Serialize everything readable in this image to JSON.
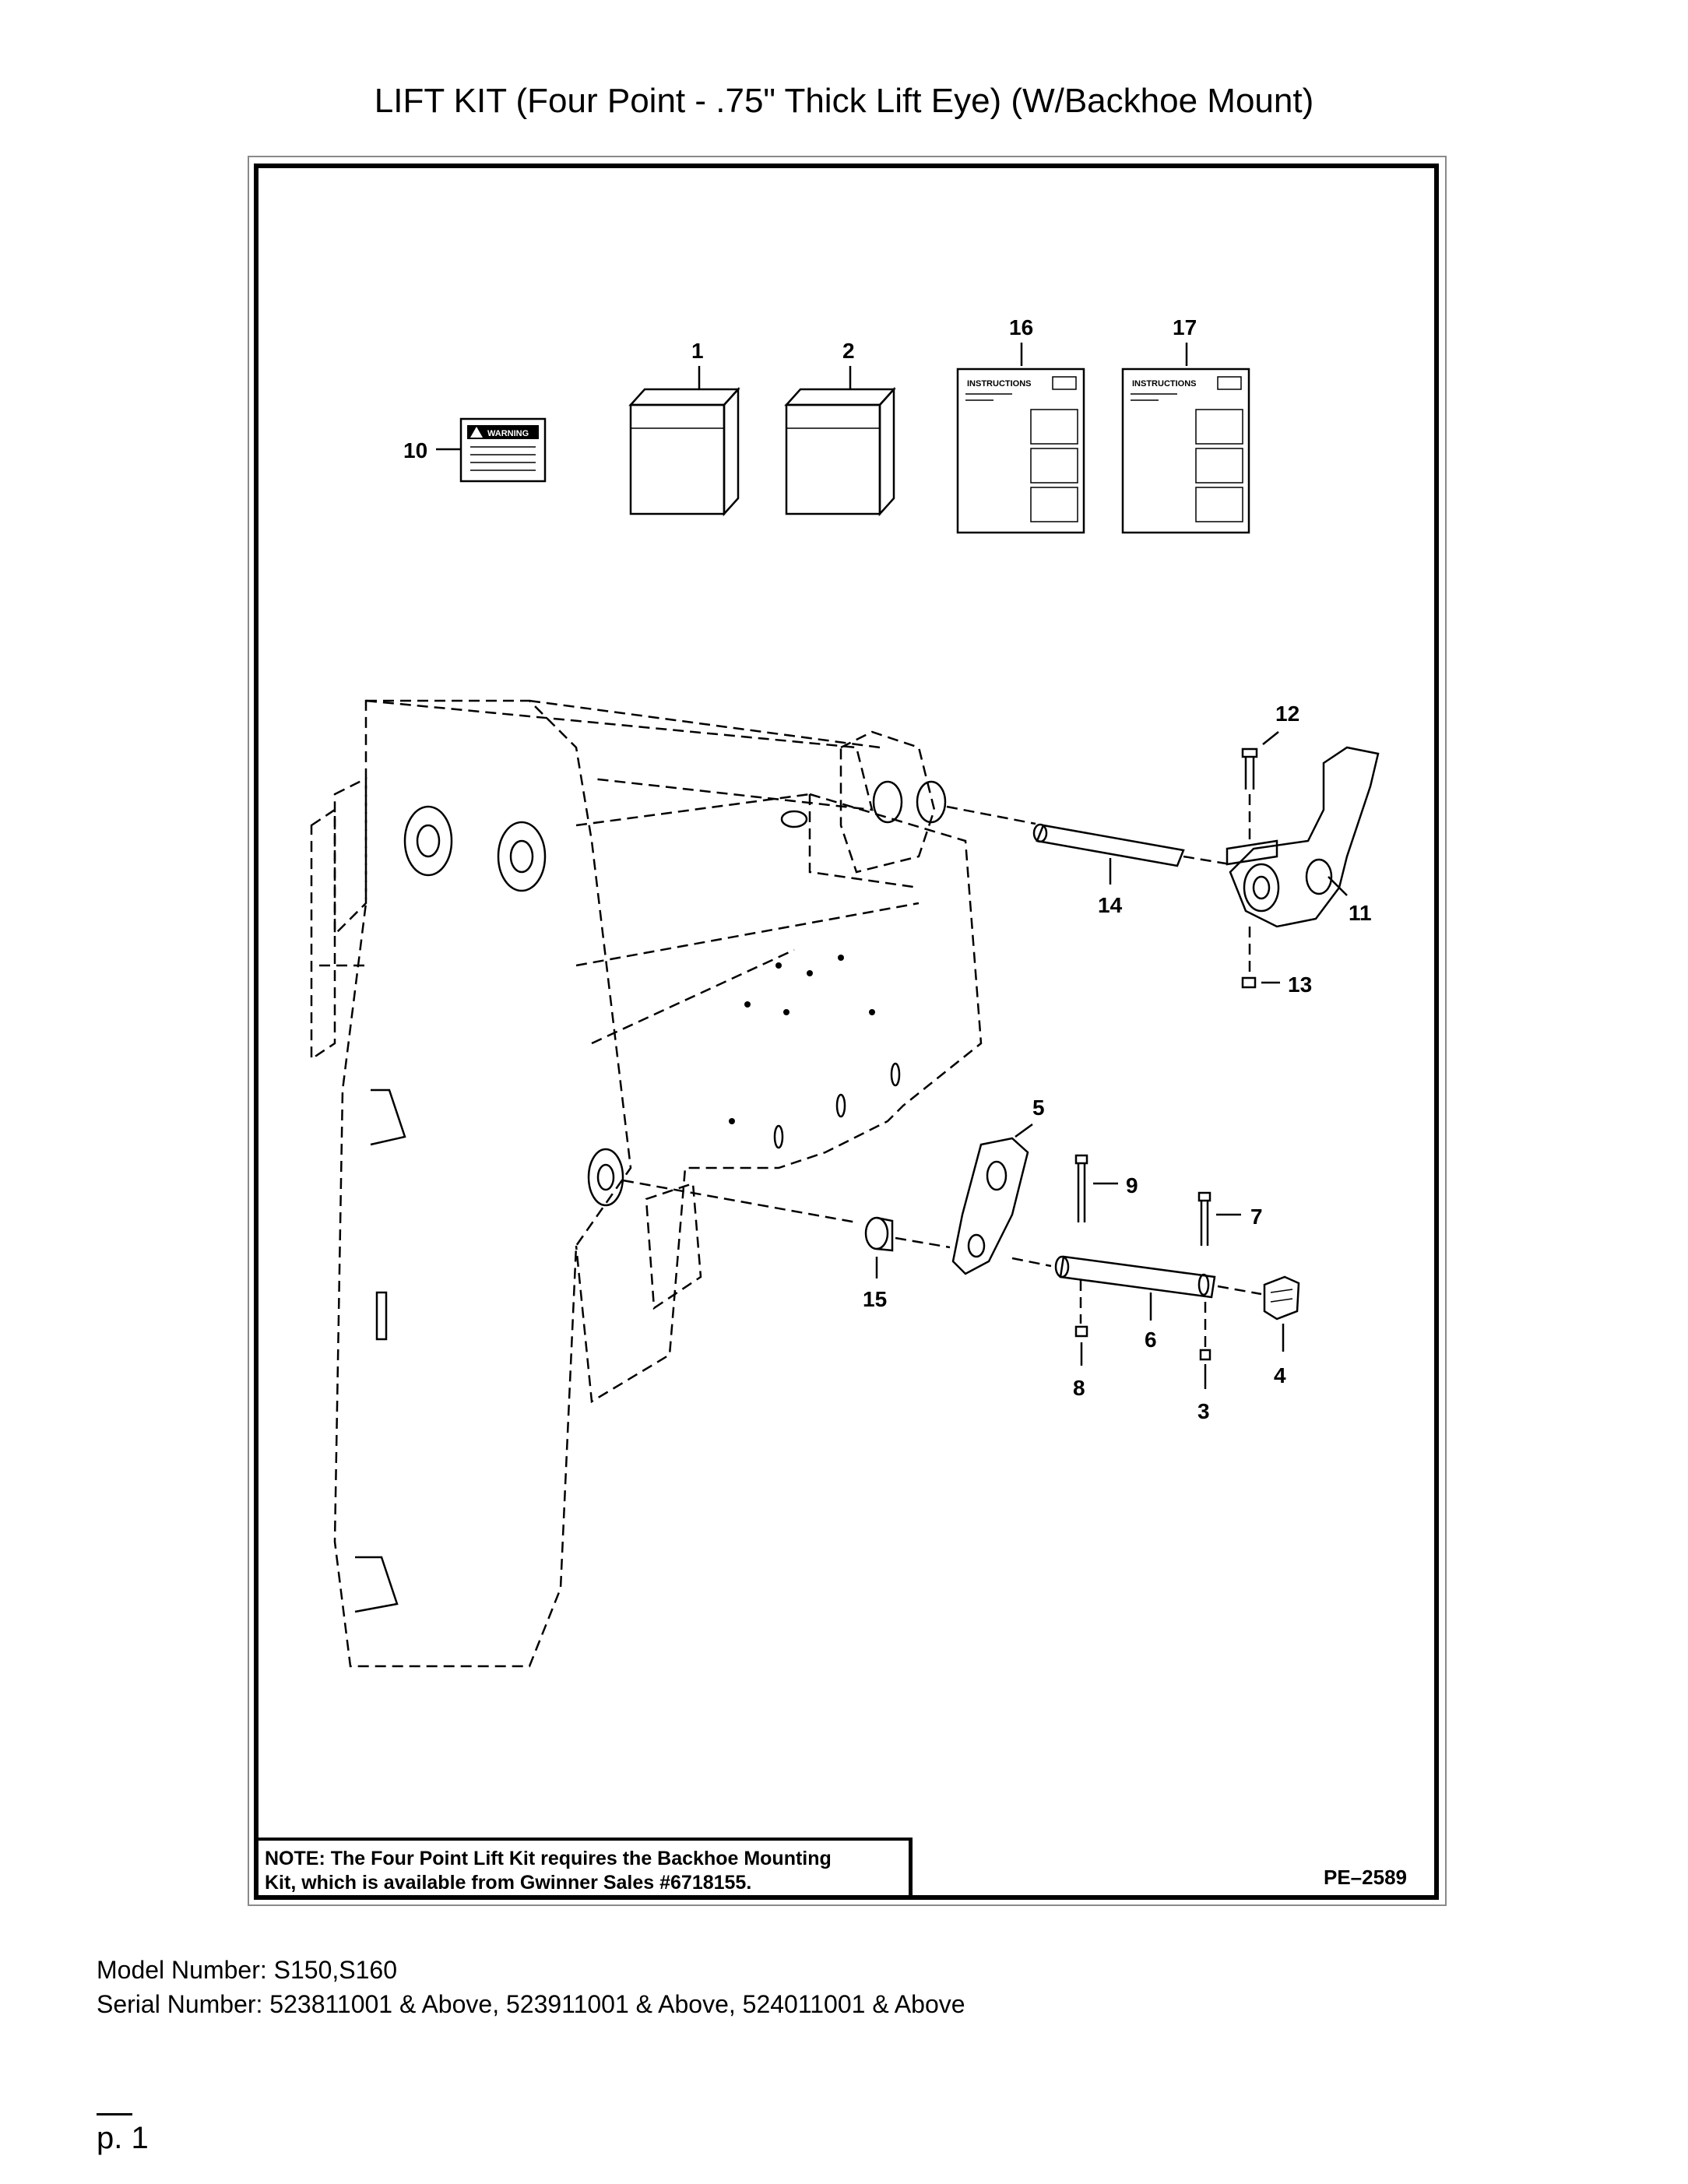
{
  "title": "LIFT KIT (Four Point - .75\" Thick Lift Eye) (W/Backhoe Mount)",
  "diagram": {
    "callouts": [
      "1",
      "2",
      "3",
      "4",
      "5",
      "6",
      "7",
      "8",
      "9",
      "10",
      "11",
      "12",
      "13",
      "14",
      "15",
      "16",
      "17"
    ],
    "instructions_label": "INSTRUCTIONS",
    "warning_label": "WARNING",
    "note_label": "NOTE:",
    "note_line1": "The Four Point Lift Kit requires the Backhoe Mounting",
    "note_line2": "Kit, which is available from Gwinner Sales #6718155.",
    "ref_code": "PE–2589"
  },
  "footer": {
    "model": "Model Number: S150,S160",
    "serial": "Serial Number: 523811001 & Above, 523911001 & Above, 524011001 & Above",
    "page": "p. 1"
  }
}
